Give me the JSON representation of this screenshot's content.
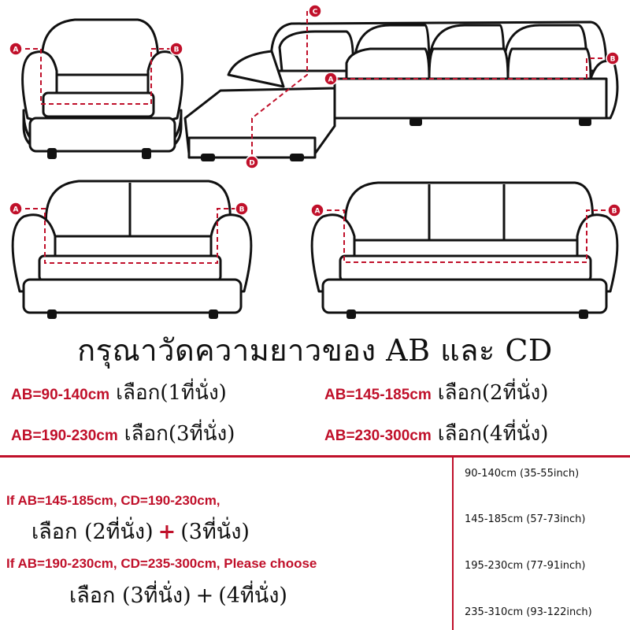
{
  "diagram": {
    "points": [
      "A",
      "B",
      "C",
      "D"
    ]
  },
  "title": "กรุณาวัดความยาวของ AB และ CD",
  "rules": [
    {
      "range": "AB=90-140cm",
      "choice": "เลือก(1ที่นั่ง)"
    },
    {
      "range": "AB=145-185cm",
      "choice": "เลือก(2ที่นั่ง)"
    },
    {
      "range": "AB=190-230cm",
      "choice": "เลือก(3ที่นั่ง)"
    },
    {
      "range": "AB=230-300cm",
      "choice": "เลือก(4ที่นั่ง)"
    }
  ],
  "notes": [
    {
      "condition": "If AB=145-185cm, CD=190-230cm,",
      "select_prefix": "เลือก",
      "first": "(2ที่นั่ง)",
      "plus": "+",
      "second": "(3ที่นั่ง)"
    },
    {
      "condition": "If AB=190-230cm, CD=235-300cm, Please choose",
      "select_prefix": "เลือก",
      "first": "(3ที่นั่ง)",
      "plus": "+",
      "second": "(4ที่นั่ง)"
    }
  ],
  "sizes": [
    "90-140cm (35-55inch)",
    "145-185cm (57-73inch)",
    "195-230cm (77-91inch)",
    "235-310cm (93-122inch)"
  ],
  "colors": {
    "accent": "#c0102a",
    "ink": "#111111"
  }
}
